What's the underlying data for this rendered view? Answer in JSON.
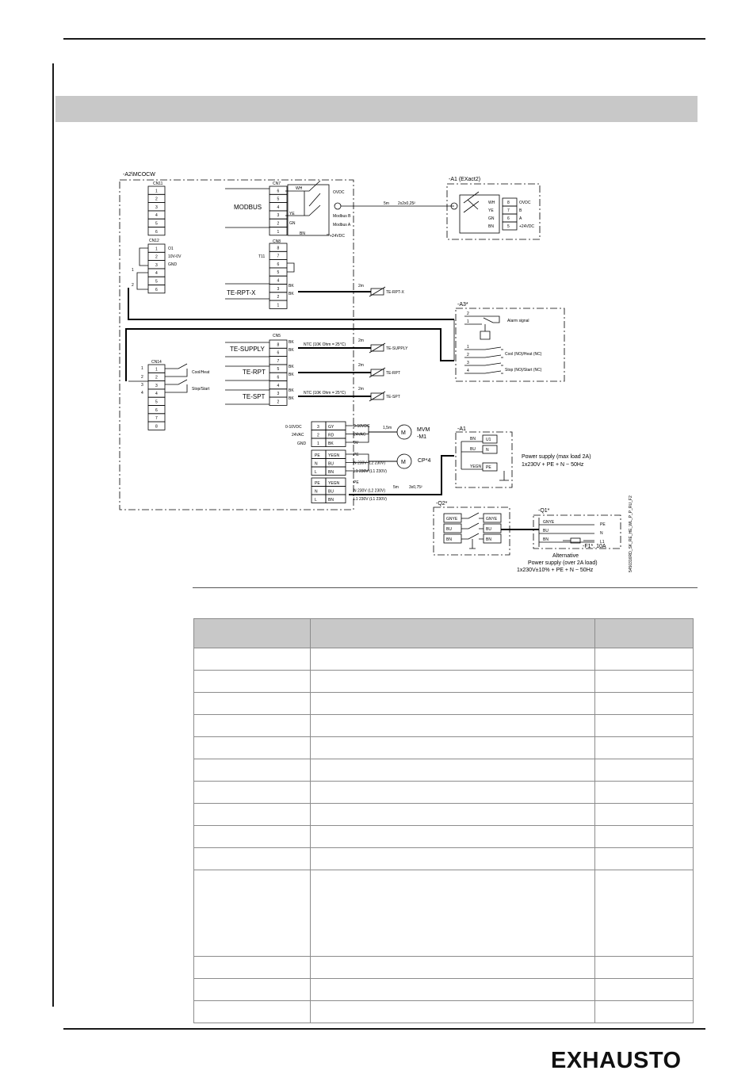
{
  "footer": {
    "brand": "EXHAUSTO"
  },
  "diagram": {
    "code": "5450316RD_SK_RE_HE_WL_P_P_RU_F2",
    "controller": {
      "name": "-A2\\MCOCW",
      "cn11": {
        "name": "CN11",
        "pins": [
          "1",
          "2",
          "3",
          "4",
          "5",
          "6"
        ]
      },
      "cn12": {
        "name": "CN12",
        "pins": [
          "1",
          "2",
          "3",
          "4",
          "5",
          "6"
        ],
        "labels": [
          "O1",
          "10V-0V",
          "GND"
        ]
      },
      "cn14": {
        "name": "CN14",
        "pins": [
          "1",
          "2",
          "3",
          "4",
          "5",
          "6",
          "7",
          "8"
        ],
        "labels": [
          "Cool/Heat",
          "Stop/Start"
        ],
        "side": [
          "1",
          "2",
          "3",
          "4"
        ]
      },
      "cn7": {
        "name": "CN7",
        "pins": [
          "6",
          "5",
          "4",
          "3",
          "2",
          "1"
        ]
      },
      "cn8": {
        "name": "CN8",
        "pins": [
          "8",
          "7",
          "6",
          "5",
          "4",
          "3",
          "2",
          "1"
        ]
      },
      "cn5": {
        "name": "CN5",
        "pins": [
          "8",
          "6",
          "7",
          "5",
          "6",
          "4",
          "3",
          "2"
        ]
      },
      "modbus": "MODBUS",
      "t11": "T11",
      "wh": "WH",
      "ye": "YE",
      "gn": "GN",
      "bn": "BN",
      "modbus_labels": [
        "OVDC",
        "Modbus B",
        "Modbus A",
        "**+24VDC"
      ]
    },
    "sensors": {
      "te_rpt_x": "TE-RPT-X",
      "te_supply": "TE-SUPPLY",
      "te_rpt": "TE-RPT",
      "te_spt": "TE-SPT",
      "bk": "BK",
      "ntc": "NTC (10K Ohm = 25°C)",
      "cable_2m": "2m"
    },
    "outputs": {
      "control_labels": [
        "0-10VDC",
        "24VAC",
        "GND"
      ],
      "wires_gy_rd_bk": [
        "GY",
        "RD",
        "BK"
      ],
      "pin_labels": [
        "0-10VDC",
        "24VAC",
        "0V"
      ],
      "fan": "MVM\n-M1",
      "fan_lines": [
        "MVM",
        "-M1"
      ],
      "pump": "CP*4",
      "cable_15": "1,5m",
      "cable_3x075": "3x0,75²",
      "cable_5m": "5m",
      "pe_n_l": [
        "PE",
        "N",
        "L"
      ],
      "wires_yegn_bu_bn": [
        "YEGN",
        "BU",
        "BN"
      ],
      "pump_lines": [
        "PE",
        "N 230V (L2 230V)",
        "L1 230V (L1 230V)"
      ],
      "supply_lines": [
        "PE",
        "N 230V (L2 230V)",
        "L1 230V (L1 230V)"
      ]
    },
    "exact": {
      "name": "-A1 (EXact2)",
      "cable": "5m",
      "cable_spec": "2x2x0,25²",
      "rows": [
        {
          "wire": "WH",
          "pin": "8",
          "label": "OVDC"
        },
        {
          "wire": "YE",
          "pin": "7",
          "label": "B"
        },
        {
          "wire": "GN",
          "pin": "6",
          "label": "A"
        },
        {
          "wire": "BN",
          "pin": "5",
          "label": "+24VDC"
        }
      ]
    },
    "a3": {
      "name": "-A3*",
      "alarm": "Alarm signal",
      "inputs": [
        "Cool (NO)/Heat (NC)",
        "Stop (NO)/Start (NC)"
      ],
      "pins": [
        "2",
        "1",
        "1",
        "2",
        "3",
        "4"
      ]
    },
    "a1": {
      "name": "-A1",
      "wires": [
        "BN",
        "BU",
        "YEGN"
      ],
      "terms": [
        "U1",
        "N",
        "PE"
      ],
      "power_lines": [
        "Power supply (max load 2A)",
        "1x230V + PE + N ~ 50Hz"
      ]
    },
    "q2": {
      "name": "-Q2*",
      "wires": [
        "GNYE",
        "BU",
        "BN"
      ],
      "wires_right": [
        "GNYE",
        "BU",
        "BN"
      ]
    },
    "q1": {
      "name": "-Q1*",
      "wires": [
        "GNYE",
        "BU",
        "BN"
      ],
      "terms": [
        "PE",
        "N",
        "L1"
      ],
      "fuse": "-F1*, 10A",
      "alt_lines": [
        "Alternative",
        "Power supply (over 2A load)",
        "1x230V±10% + PE + N ~ 50Hz"
      ]
    }
  },
  "table": {
    "header": [
      "",
      "",
      ""
    ],
    "rows": [
      [
        "",
        "",
        ""
      ],
      [
        "",
        "",
        ""
      ],
      [
        "",
        "",
        ""
      ],
      [
        "",
        "",
        ""
      ],
      [
        "",
        "",
        ""
      ],
      [
        "",
        "",
        ""
      ],
      [
        "",
        "",
        ""
      ],
      [
        "",
        "",
        ""
      ],
      [
        "",
        "",
        ""
      ],
      [
        "",
        "",
        ""
      ],
      [
        "",
        "",
        ""
      ],
      [
        "",
        "",
        ""
      ],
      [
        "",
        "",
        ""
      ],
      [
        "",
        "",
        ""
      ]
    ]
  }
}
